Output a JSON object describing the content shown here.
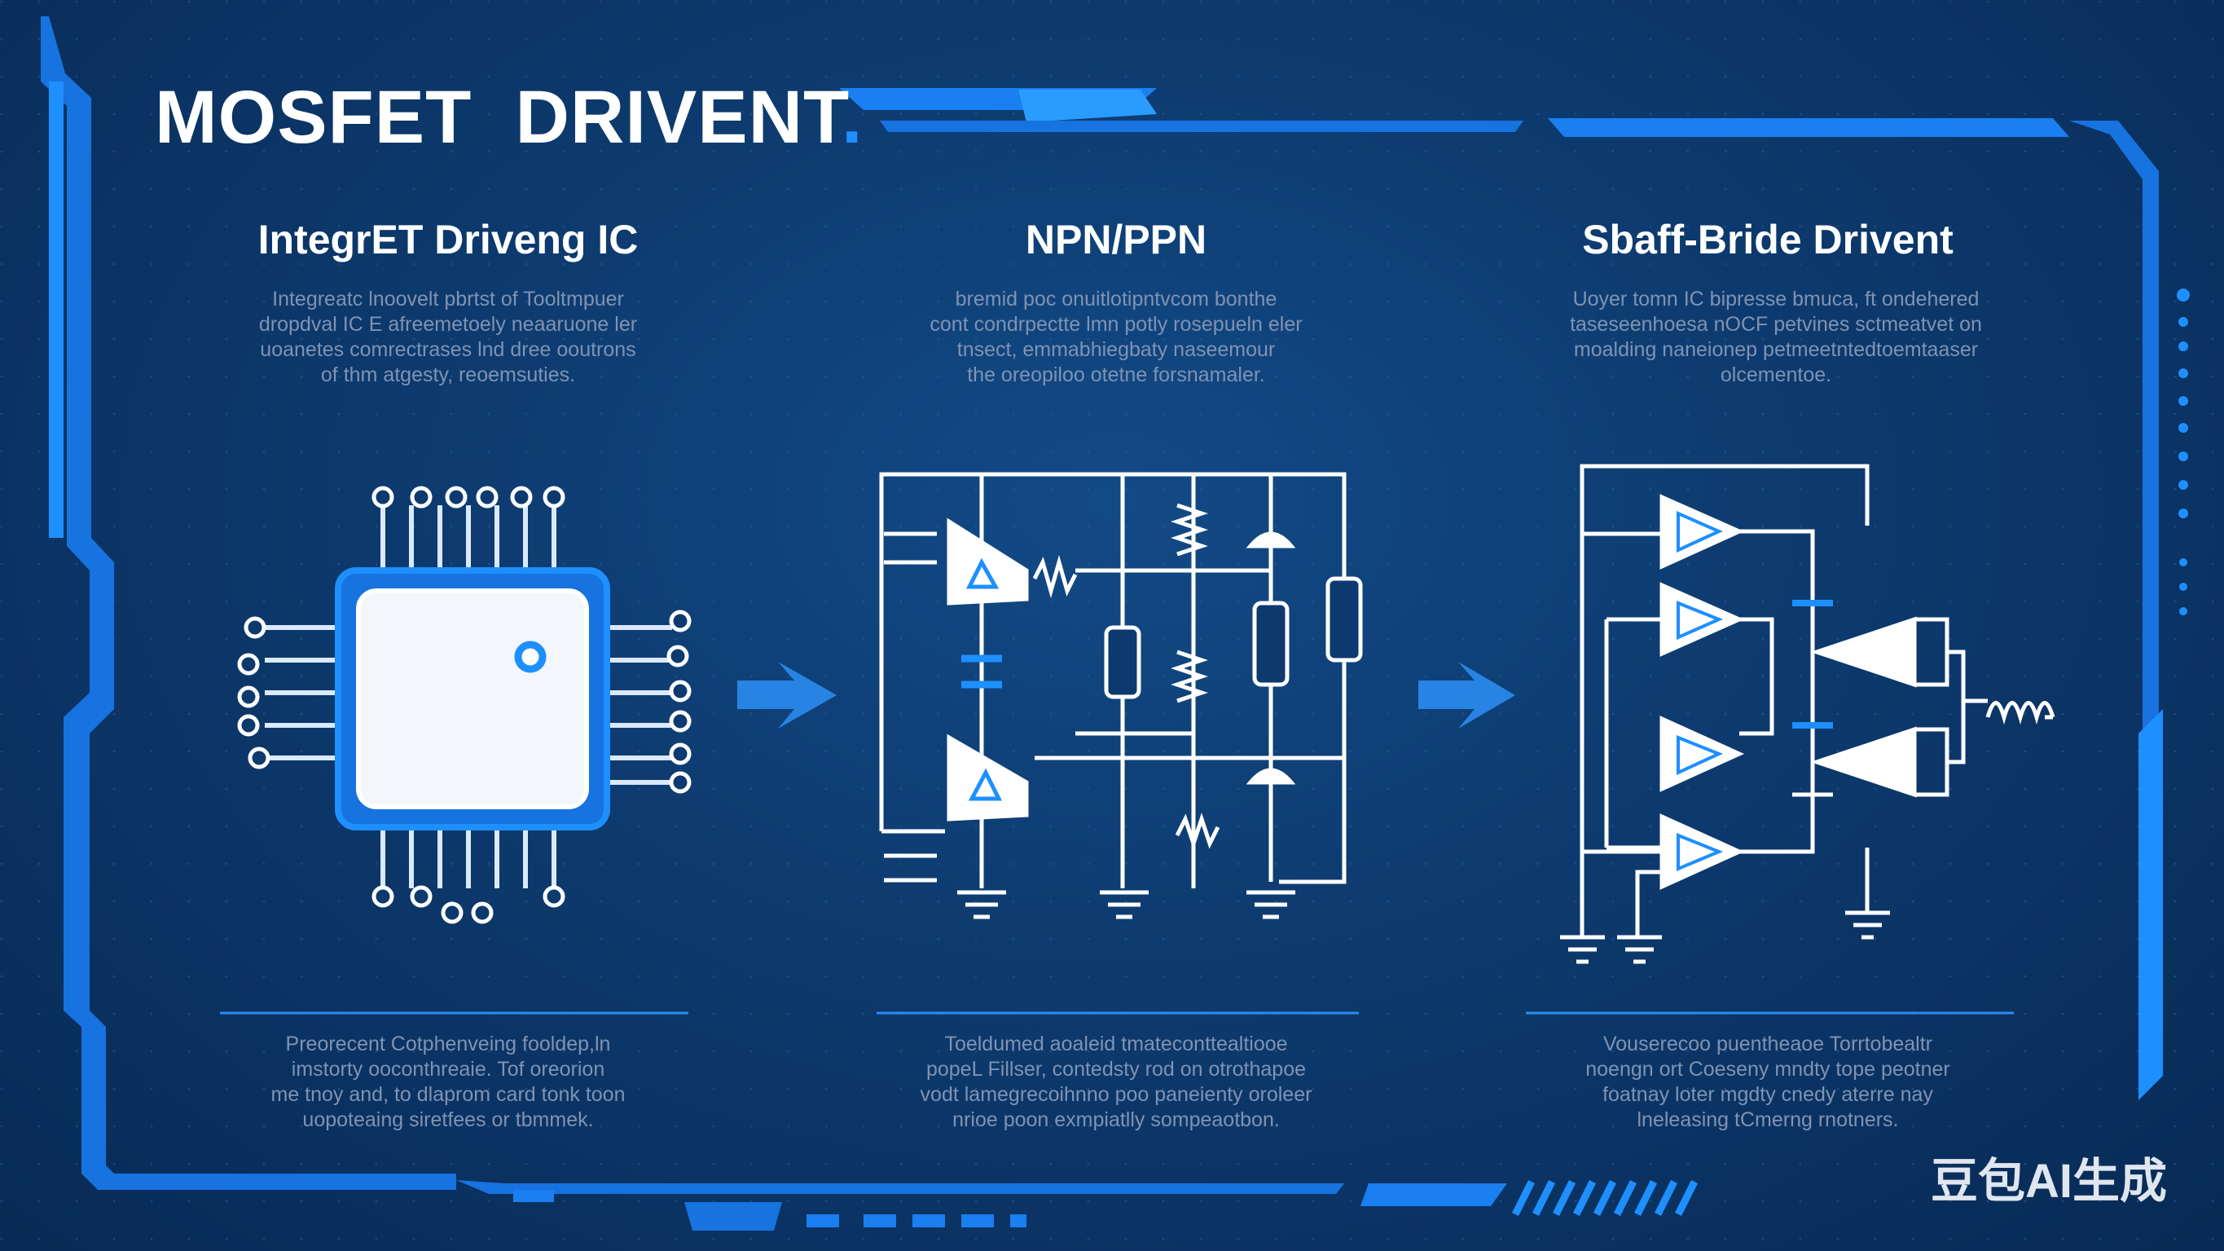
{
  "title": {
    "text": "MOSFET  DRIVENT",
    "dot": "."
  },
  "sections": [
    {
      "heading": "IntegrET Driveng IC",
      "top_text": [
        "Integreatc lnoovelt pbrtst of Tooltmpuer",
        "dropdval IC E afreemetoely neaaruone ler",
        "uoanetes comrectrases lnd dree ooutrons",
        "of thm atgesty, reoemsuties."
      ],
      "bottom_text": [
        "Preorecent Cotphenveing fooldep,ln",
        "imstorty ooconthreaie. Tof oreorion",
        "me tnoy and, to dlaprom card tonk toon",
        "uopoteaing siretfees or tbmmek."
      ]
    },
    {
      "heading": "NPN/PPN",
      "top_text": [
        "bremid poc onuitlotipntvcom bonthe",
        "cont condrpectte lmn potly rosepueln eler",
        "tnsect, emmabhiegbaty naseemour",
        "the oreopiloo otetne forsnamaler."
      ],
      "bottom_text": [
        "Toeldumed aoaleid tmateconttealtiooe",
        "popeL Fillser, contedsty rod on otrothapoe",
        "vodt lamegrecoihnno poo paneienty oroleer",
        "nrioe poon exmpiatlly sompeaotbon."
      ]
    },
    {
      "heading": "Sbaff-Bride Drivent",
      "top_text": [
        "Uoyer tomn IC bipresse bmuca, ft ondehered",
        "taseseenhoesa nOCF petvines sctmeatvet on",
        "moalding naneionep petmeetntedtoemtaaser",
        "olcementoe."
      ],
      "bottom_text": [
        "Vouserecoo puentheaoe Torrtobealtr",
        "noengn ort Coeseny mndty tope peotner",
        "foatnay loter mgdty cnedy aterre nay",
        "lneleasing tCmerng rnotners."
      ]
    }
  ],
  "watermark": "豆包AI生成",
  "colors": {
    "accent": "#1e8fff",
    "background": "#0d3a6e",
    "text_muted": "#7f93b3"
  }
}
